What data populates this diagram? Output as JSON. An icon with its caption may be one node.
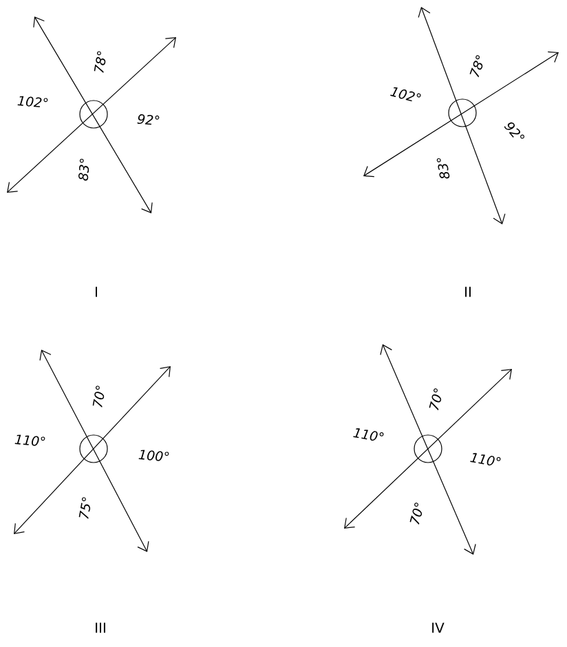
{
  "diagram": {
    "labels": [
      "78°",
      "102°",
      "92°",
      "83°",
      "78°",
      "102°",
      "92°",
      "83°",
      "I",
      "II",
      "70°",
      "110°",
      "100°",
      "75°",
      "70°",
      "110°",
      "110°",
      "70°",
      "III",
      "IV"
    ]
  }
}
